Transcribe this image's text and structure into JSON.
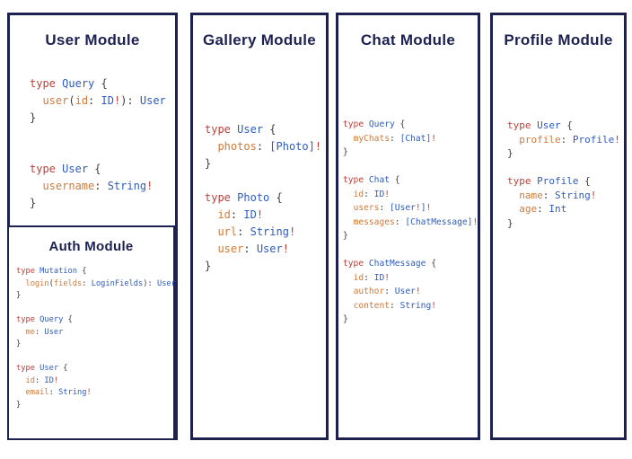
{
  "colors": {
    "navy": "#1d2152",
    "keyword": "#b8423c",
    "typename": "#2e5cbe",
    "field": "#cf7a3a",
    "punct": "#3d3d3d",
    "bang": "#c13a35"
  },
  "panels": [
    {
      "title": "User Module",
      "code": [
        [
          [
            "kw",
            "type"
          ],
          [
            "pu",
            " "
          ],
          [
            "ty",
            "Query"
          ],
          [
            "pu",
            " {"
          ]
        ],
        [
          [
            "pu",
            "  "
          ],
          [
            "fl",
            "user"
          ],
          [
            "pu",
            "("
          ],
          [
            "fl",
            "id"
          ],
          [
            "pu",
            ": "
          ],
          [
            "ty",
            "ID"
          ],
          [
            "bg",
            "!"
          ],
          [
            "pu",
            "): "
          ],
          [
            "ty",
            "User"
          ]
        ],
        [
          [
            "pu",
            "}"
          ]
        ],
        [],
        [],
        [
          [
            "kw",
            "type"
          ],
          [
            "pu",
            " "
          ],
          [
            "ty",
            "User"
          ],
          [
            "pu",
            " {"
          ]
        ],
        [
          [
            "pu",
            "  "
          ],
          [
            "fl",
            "username"
          ],
          [
            "pu",
            ": "
          ],
          [
            "ty",
            "String"
          ],
          [
            "bg",
            "!"
          ]
        ],
        [
          [
            "pu",
            "}"
          ]
        ]
      ],
      "auth": {
        "title": "Auth Module",
        "code": [
          [
            [
              "kw",
              "type"
            ],
            [
              "pu",
              " "
            ],
            [
              "ty",
              "Mutation"
            ],
            [
              "pu",
              " {"
            ]
          ],
          [
            [
              "pu",
              "  "
            ],
            [
              "fl",
              "login"
            ],
            [
              "pu",
              "("
            ],
            [
              "fl",
              "fields"
            ],
            [
              "pu",
              ": "
            ],
            [
              "ty",
              "LoginFields"
            ],
            [
              "pu",
              "): "
            ],
            [
              "ty",
              "User"
            ]
          ],
          [
            [
              "pu",
              "}"
            ]
          ],
          [],
          [
            [
              "kw",
              "type"
            ],
            [
              "pu",
              " "
            ],
            [
              "ty",
              "Query"
            ],
            [
              "pu",
              " {"
            ]
          ],
          [
            [
              "pu",
              "  "
            ],
            [
              "fl",
              "me"
            ],
            [
              "pu",
              ": "
            ],
            [
              "ty",
              "User"
            ]
          ],
          [
            [
              "pu",
              "}"
            ]
          ],
          [],
          [
            [
              "kw",
              "type"
            ],
            [
              "pu",
              " "
            ],
            [
              "ty",
              "User"
            ],
            [
              "pu",
              " {"
            ]
          ],
          [
            [
              "pu",
              "  "
            ],
            [
              "fl",
              "id"
            ],
            [
              "pu",
              ": "
            ],
            [
              "ty",
              "ID"
            ],
            [
              "bg",
              "!"
            ]
          ],
          [
            [
              "pu",
              "  "
            ],
            [
              "fl",
              "email"
            ],
            [
              "pu",
              ": "
            ],
            [
              "ty",
              "String"
            ],
            [
              "bg",
              "!"
            ]
          ],
          [
            [
              "pu",
              "}"
            ]
          ]
        ]
      }
    },
    {
      "title": "Gallery Module",
      "code": [
        [
          [
            "kw",
            "type"
          ],
          [
            "pu",
            " "
          ],
          [
            "ty",
            "User"
          ],
          [
            "pu",
            " {"
          ]
        ],
        [
          [
            "pu",
            "  "
          ],
          [
            "fl",
            "photos"
          ],
          [
            "pu",
            ": "
          ],
          [
            "ty",
            "[Photo]"
          ],
          [
            "bg",
            "!"
          ]
        ],
        [
          [
            "pu",
            "}"
          ]
        ],
        [],
        [
          [
            "kw",
            "type"
          ],
          [
            "pu",
            " "
          ],
          [
            "ty",
            "Photo"
          ],
          [
            "pu",
            " {"
          ]
        ],
        [
          [
            "pu",
            "  "
          ],
          [
            "fl",
            "id"
          ],
          [
            "pu",
            ": "
          ],
          [
            "ty",
            "ID"
          ],
          [
            "bg",
            "!"
          ]
        ],
        [
          [
            "pu",
            "  "
          ],
          [
            "fl",
            "url"
          ],
          [
            "pu",
            ": "
          ],
          [
            "ty",
            "String"
          ],
          [
            "bg",
            "!"
          ]
        ],
        [
          [
            "pu",
            "  "
          ],
          [
            "fl",
            "user"
          ],
          [
            "pu",
            ": "
          ],
          [
            "ty",
            "User"
          ],
          [
            "bg",
            "!"
          ]
        ],
        [
          [
            "pu",
            "}"
          ]
        ]
      ]
    },
    {
      "title": "Chat Module",
      "code": [
        [
          [
            "kw",
            "type"
          ],
          [
            "pu",
            " "
          ],
          [
            "ty",
            "Query"
          ],
          [
            "pu",
            " {"
          ]
        ],
        [
          [
            "pu",
            "  "
          ],
          [
            "fl",
            "myChats"
          ],
          [
            "pu",
            ": "
          ],
          [
            "ty",
            "[Chat]"
          ],
          [
            "bg",
            "!"
          ]
        ],
        [
          [
            "pu",
            "}"
          ]
        ],
        [],
        [
          [
            "kw",
            "type"
          ],
          [
            "pu",
            " "
          ],
          [
            "ty",
            "Chat"
          ],
          [
            "pu",
            " {"
          ]
        ],
        [
          [
            "pu",
            "  "
          ],
          [
            "fl",
            "id"
          ],
          [
            "pu",
            ": "
          ],
          [
            "ty",
            "ID"
          ],
          [
            "bg",
            "!"
          ]
        ],
        [
          [
            "pu",
            "  "
          ],
          [
            "fl",
            "users"
          ],
          [
            "pu",
            ": "
          ],
          [
            "ty",
            "[User"
          ],
          [
            "bg",
            "!"
          ],
          [
            "ty",
            "]"
          ],
          [
            "bg",
            "!"
          ]
        ],
        [
          [
            "pu",
            "  "
          ],
          [
            "fl",
            "messages"
          ],
          [
            "pu",
            ": "
          ],
          [
            "ty",
            "[ChatMessage]"
          ],
          [
            "bg",
            "!"
          ]
        ],
        [
          [
            "pu",
            "}"
          ]
        ],
        [],
        [
          [
            "kw",
            "type"
          ],
          [
            "pu",
            " "
          ],
          [
            "ty",
            "ChatMessage"
          ],
          [
            "pu",
            " {"
          ]
        ],
        [
          [
            "pu",
            "  "
          ],
          [
            "fl",
            "id"
          ],
          [
            "pu",
            ": "
          ],
          [
            "ty",
            "ID"
          ],
          [
            "bg",
            "!"
          ]
        ],
        [
          [
            "pu",
            "  "
          ],
          [
            "fl",
            "author"
          ],
          [
            "pu",
            ": "
          ],
          [
            "ty",
            "User"
          ],
          [
            "bg",
            "!"
          ]
        ],
        [
          [
            "pu",
            "  "
          ],
          [
            "fl",
            "content"
          ],
          [
            "pu",
            ": "
          ],
          [
            "ty",
            "String"
          ],
          [
            "bg",
            "!"
          ]
        ],
        [
          [
            "pu",
            "}"
          ]
        ]
      ]
    },
    {
      "title": "Profile Module",
      "code": [
        [
          [
            "kw",
            "type"
          ],
          [
            "pu",
            " "
          ],
          [
            "ty",
            "User"
          ],
          [
            "pu",
            " {"
          ]
        ],
        [
          [
            "pu",
            "  "
          ],
          [
            "fl",
            "profile"
          ],
          [
            "pu",
            ": "
          ],
          [
            "ty",
            "Profile"
          ],
          [
            "bg",
            "!"
          ]
        ],
        [
          [
            "pu",
            "}"
          ]
        ],
        [],
        [
          [
            "kw",
            "type"
          ],
          [
            "pu",
            " "
          ],
          [
            "ty",
            "Profile"
          ],
          [
            "pu",
            " {"
          ]
        ],
        [
          [
            "pu",
            "  "
          ],
          [
            "fl",
            "name"
          ],
          [
            "pu",
            ": "
          ],
          [
            "ty",
            "String"
          ],
          [
            "bg",
            "!"
          ]
        ],
        [
          [
            "pu",
            "  "
          ],
          [
            "fl",
            "age"
          ],
          [
            "pu",
            ": "
          ],
          [
            "ty",
            "Int"
          ]
        ],
        [
          [
            "pu",
            "}"
          ]
        ]
      ]
    }
  ]
}
